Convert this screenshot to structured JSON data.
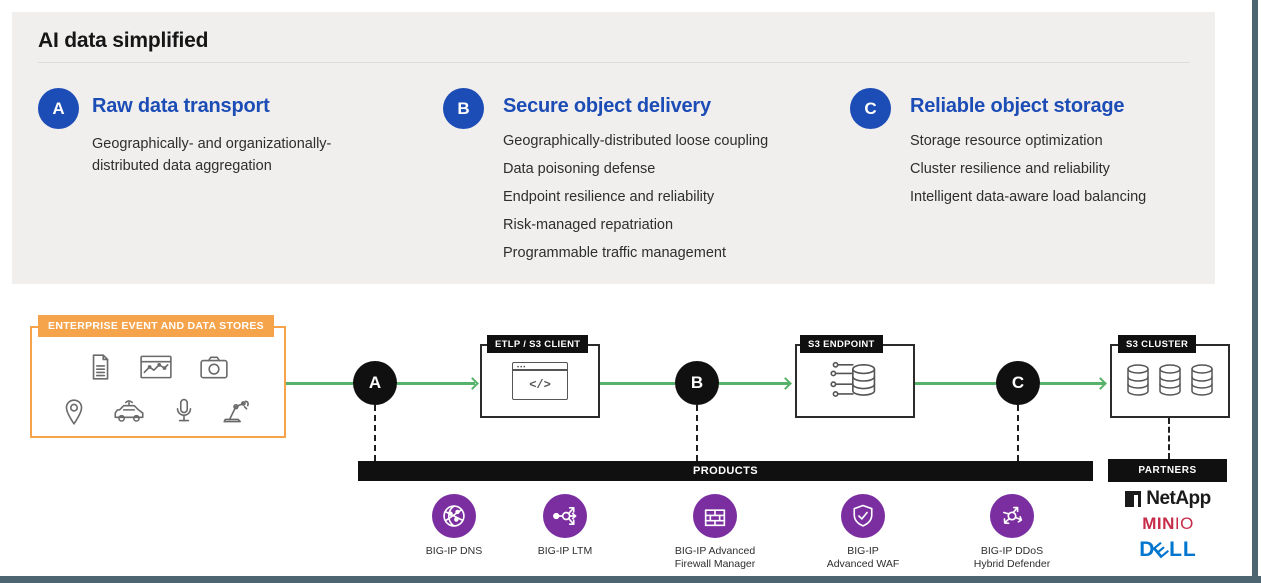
{
  "header": {
    "title": "AI data simplified"
  },
  "sections": [
    {
      "badge": "A",
      "title": "Raw data transport",
      "items": [
        "Geographically- and organizationally-distributed data aggregation"
      ]
    },
    {
      "badge": "B",
      "title": "Secure object delivery",
      "items": [
        "Geographically-distributed loose coupling",
        "Data poisoning defense",
        "Endpoint resilience and reliability",
        "Risk-managed repatriation",
        "Programmable traffic management"
      ]
    },
    {
      "badge": "C",
      "title": "Reliable object storage",
      "items": [
        "Storage resource optimization",
        "Cluster resilience and reliability",
        "Intelligent data-aware load balancing"
      ]
    }
  ],
  "flow": {
    "source_label": "ENTERPRISE EVENT AND DATA STORES",
    "stages": [
      "A",
      "B",
      "C"
    ],
    "client_label": "ETLP / S3 CLIENT",
    "client_glyph": "</>",
    "endpoint_label": "S3 ENDPOINT",
    "cluster_label": "S3 CLUSTER"
  },
  "products": {
    "bar_label": "PRODUCTS",
    "items": [
      {
        "icon": "globe-network-icon",
        "lines": [
          "BIG-IP DNS"
        ]
      },
      {
        "icon": "load-balancer-icon",
        "lines": [
          "BIG-IP LTM"
        ]
      },
      {
        "icon": "firewall-bricks-icon",
        "lines": [
          "BIG-IP Advanced",
          "Firewall Manager"
        ]
      },
      {
        "icon": "shield-check-icon",
        "lines": [
          "BIG-IP",
          "Advanced WAF"
        ]
      },
      {
        "icon": "ddos-scatter-icon",
        "lines": [
          "BIG-IP DDoS",
          "Hybrid Defender"
        ]
      }
    ]
  },
  "partners": {
    "bar_label": "PARTNERS",
    "netapp": {
      "name": "NetApp"
    },
    "minio": {
      "bold": "MIN",
      "light": "IO"
    },
    "dell": {
      "l1": "D",
      "l2": "E",
      "l3": "L",
      "l4": "L"
    }
  },
  "colors": {
    "accent-blue": "#1c4cb5",
    "brand-orange": "#f5a44c",
    "flow-green": "#56b26a",
    "product-purple": "#7b2e9f",
    "minio-red": "#c72c49",
    "dell-blue": "#0076ce",
    "panel-gray": "#f0efee",
    "bar-black": "#101010",
    "edge-teal": "#4d6570"
  }
}
